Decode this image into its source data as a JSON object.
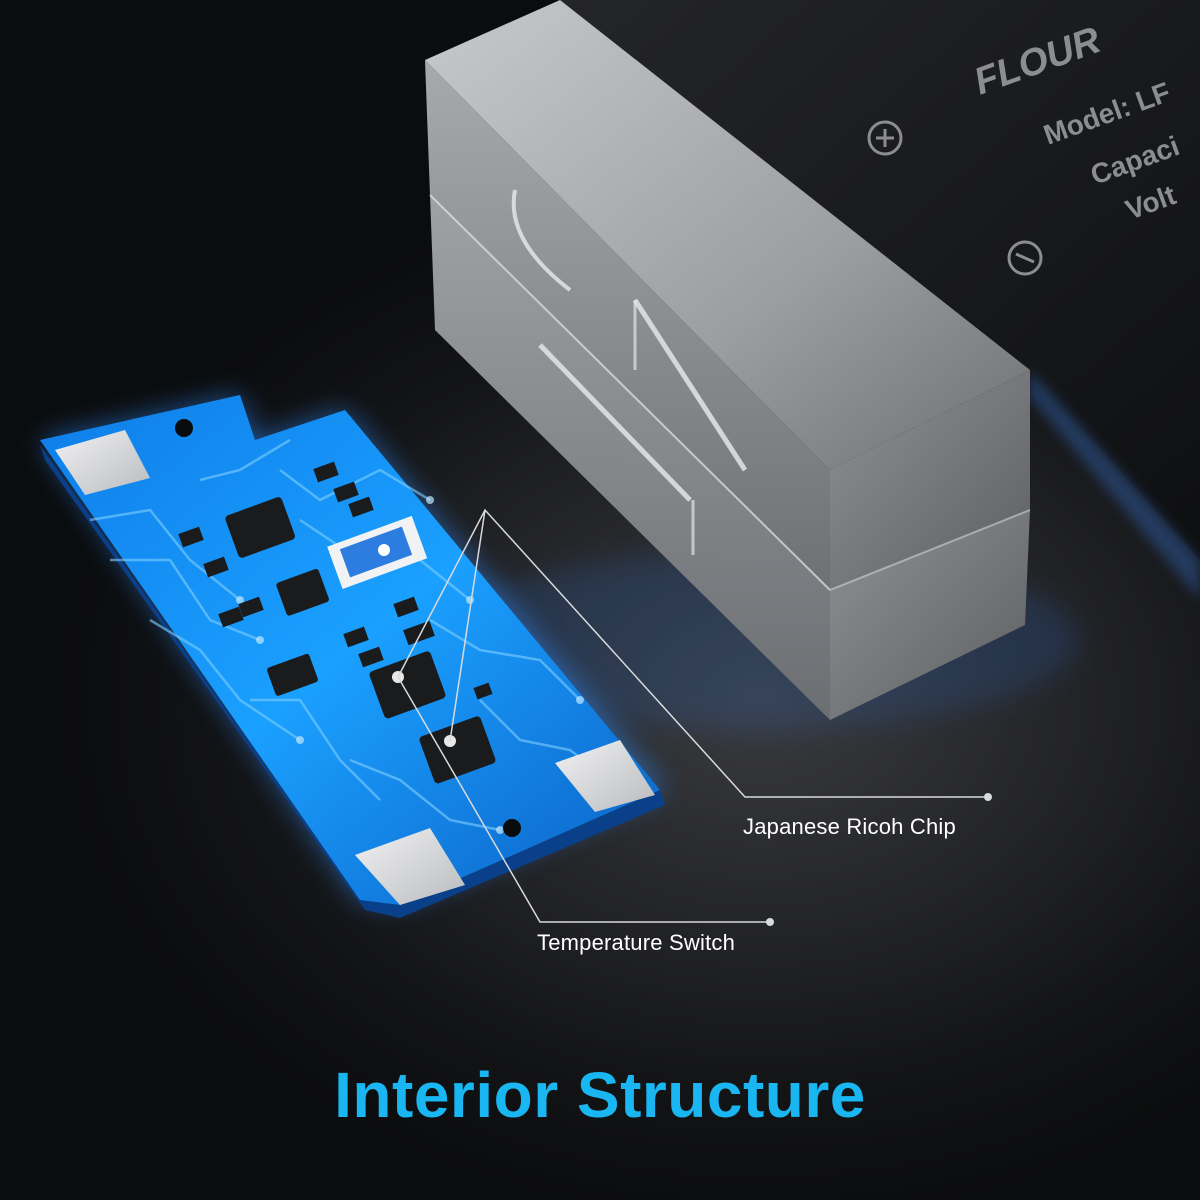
{
  "battery": {
    "brand": "FLOUR",
    "model_fragment": "Model: LF",
    "capacity_fragment": "Capaci",
    "voltage_fragment": "Volt",
    "terminals": [
      "positive-terminal-icon",
      "negative-terminal-icon"
    ]
  },
  "circuit_board": {
    "color": "#1aa0ff",
    "glow_color": "#2f8cff",
    "pad_color": "#d9dadc"
  },
  "callouts": [
    {
      "label": "Japanese Ricoh Chip"
    },
    {
      "label": "Temperature Switch"
    }
  ],
  "title": "Interior Structure",
  "colors": {
    "title": "#19b6f2",
    "background": "#0d0e10"
  }
}
